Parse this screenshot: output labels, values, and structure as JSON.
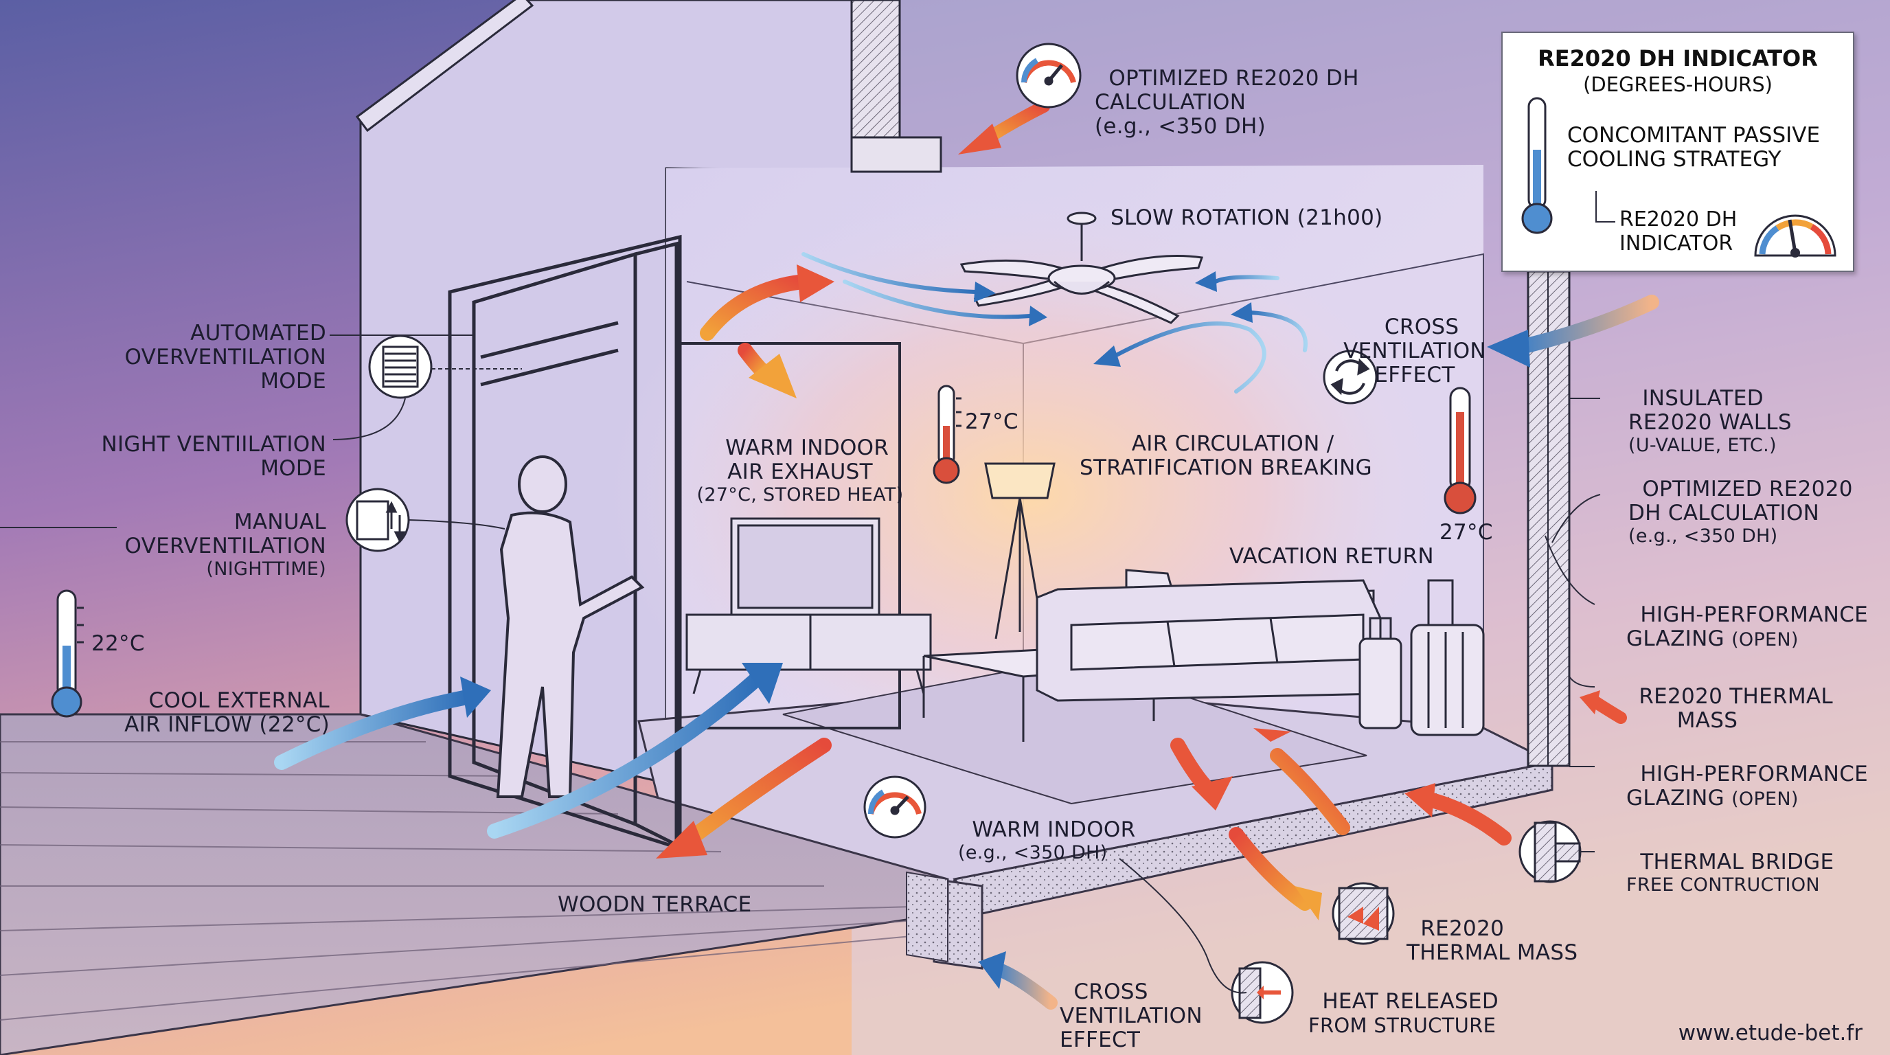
{
  "labels": {
    "optimized_top": {
      "line1": "OPTIMIZED RE2020 DH",
      "line2": "CALCULATION",
      "sub": "(e.g., <350 DH)"
    },
    "slow_rotation": "SLOW ROTATION (21h00)",
    "cross_vent_right": {
      "line1": "CROSS",
      "line2": "VENTILATION",
      "line3": "EFFECT"
    },
    "automated": {
      "line1": "AUTOMATED",
      "line2": "OVERVENTILATION",
      "line3": "MODE"
    },
    "night_vent": {
      "line1": "NIGHT VENTIILATION",
      "line2": "MODE"
    },
    "manual": {
      "line1": "MANUAL",
      "line2": "OVERVENTILATION",
      "sub": "(NIGHTTIME)"
    },
    "warm_exhaust": {
      "line1": "WARM INDOOR",
      "line2": "AIR EXHAUST",
      "sub": "(27°C, STORED HEAT)"
    },
    "air_circulation": {
      "line1": "AIR CIRCULATION /",
      "line2": "STRATIFICATION BREAKING"
    },
    "temp_left_room": "27°C",
    "temp_right_room": "27°C",
    "temp_outside": "22°C",
    "vacation_return": "VACATION RETURN",
    "cool_inflow": {
      "line1": "COOL EXTERNAL",
      "line2": "AIR INFLOW (22°C)"
    },
    "warm_indoor": {
      "line1": "WARM INDOOR",
      "sub": "(e.g., <350 DH)"
    },
    "wooden_terrace": "WOODN TERRACE",
    "insulated_walls": {
      "line1": "INSULATED",
      "line2": "RE2020 WALLS",
      "sub": "(U-VALUE, ETC.)"
    },
    "optimized_right": {
      "line1": "OPTIMIZED RE2020",
      "line2": "DH CALCULATION",
      "sub": "(e.g., <350 DH)"
    },
    "glazing_1": {
      "line1": "HIGH-PERFORMANCE",
      "line2": "GLAZING",
      "sub": "(OPEN)"
    },
    "thermal_mass_right": {
      "line1": "RE2020 THERMAL",
      "line2": "MASS"
    },
    "glazing_2": {
      "line1": "HIGH-PERFORMANCE",
      "line2": "GLAZING",
      "sub": "(OPEN)"
    },
    "thermal_bridge": {
      "line1": "THERMAL BRIDGE",
      "sub": "FREE CONTRUCTION"
    },
    "thermal_mass_bottom": {
      "line1": "RE2020",
      "line2": "THERMAL MASS"
    },
    "heat_released": {
      "line1": "HEAT RELEASED",
      "line2": "FROM STRUCTURE"
    },
    "cross_vent_bottom": {
      "line1": "CROSS",
      "line2": "VENTILATION",
      "line3": "EFFECT"
    }
  },
  "legend": {
    "title": "RE2020 DH INDICATOR",
    "subtitle": "(DEGREES-HOURS)",
    "item1": {
      "line1": "CONCOMITANT PASSIVE",
      "line2": "COOLING STRATEGY"
    },
    "item2": {
      "line1": "RE2020 DH",
      "line2": "INDICATOR"
    }
  },
  "credit": "www.etude-bet.fr",
  "colors": {
    "warm_arrow": "#e8563a",
    "warm_arrow_light": "#f2a23a",
    "cool_arrow": "#3f7fc6",
    "cool_arrow_light": "#8ec4ea",
    "line": "#2a2a3a",
    "sky_top": "#5a5a9e",
    "sky_bottom": "#f0b18c"
  },
  "icons": [
    "gauge-icon",
    "thermometer-icon",
    "shutter-icon",
    "window-icon",
    "cycle-icon",
    "wall-section-icon",
    "ceiling-fan-icon",
    "floor-lamp-icon",
    "tv-icon",
    "sofa-icon",
    "suitcase-icon",
    "person-icon"
  ]
}
